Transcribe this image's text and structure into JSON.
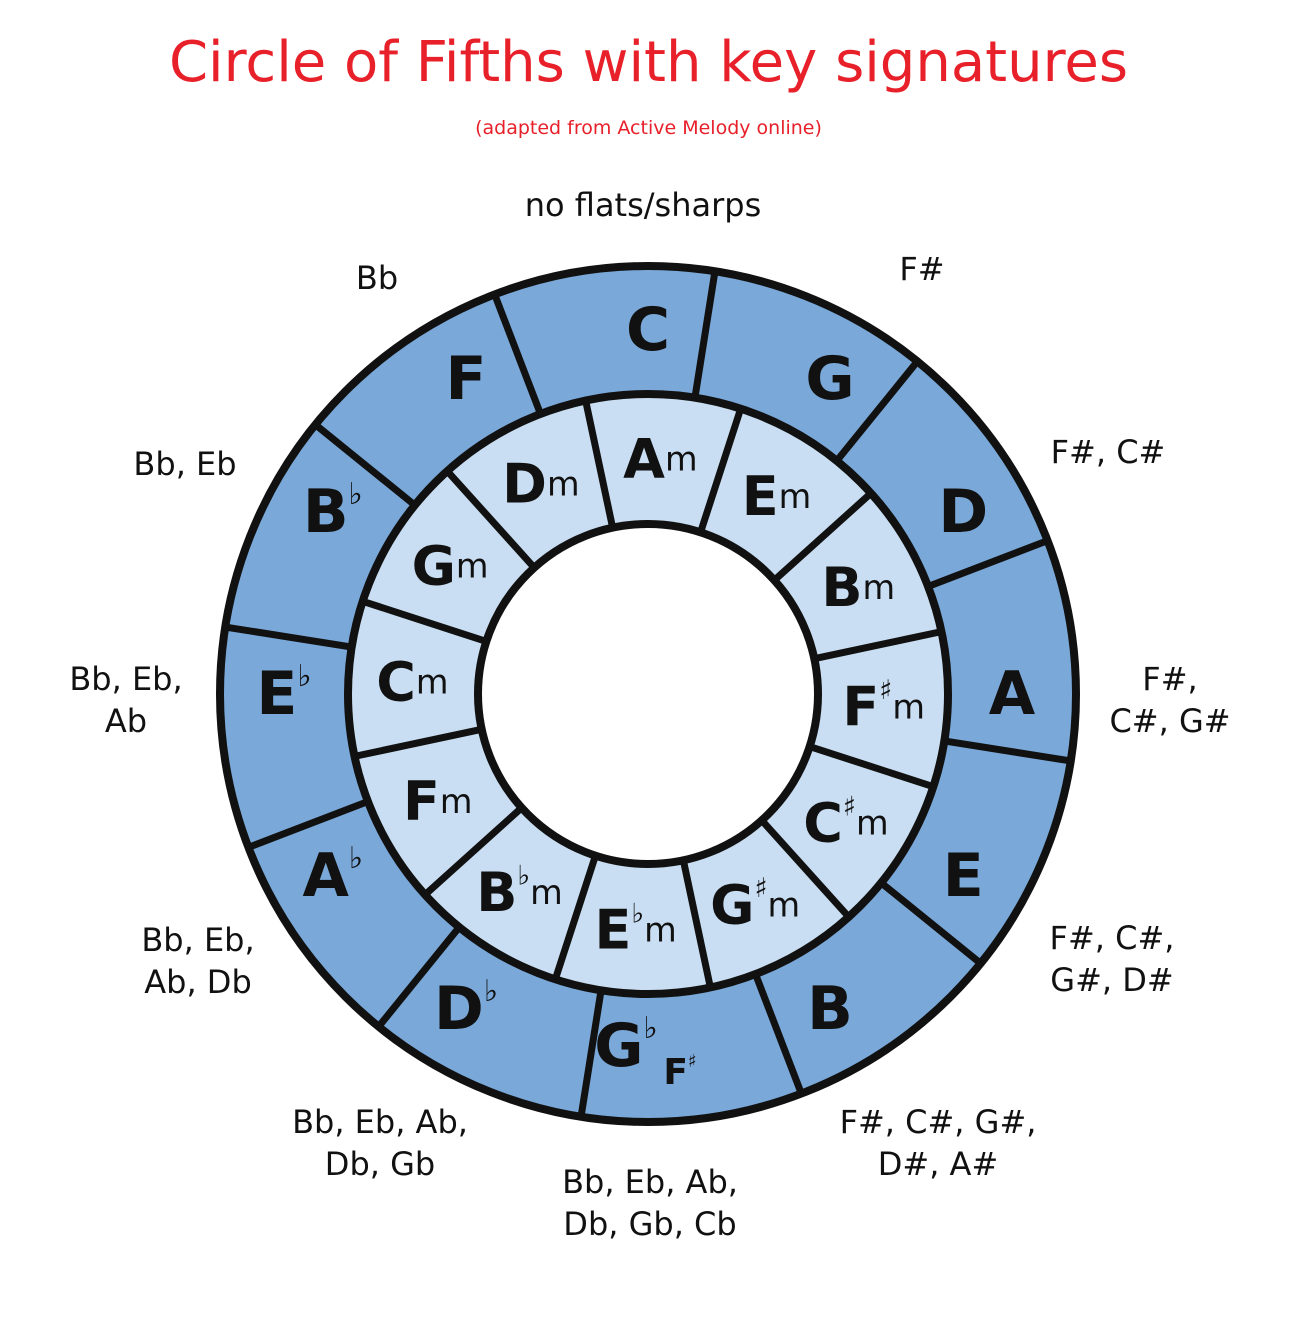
{
  "title": "Circle of Fifths with key signatures",
  "subtitle": "(adapted from Active Melody online)",
  "colors": {
    "title": "#e8202a",
    "outer_ring": "#7aa8d8",
    "inner_ring": "#c9def2",
    "outline": "#111111"
  },
  "keys": [
    {
      "major": "C",
      "major_acc": "",
      "alt": "",
      "alt_acc": "",
      "minor": "A",
      "minor_acc": "",
      "signature": [
        "no flats/sharps"
      ]
    },
    {
      "major": "G",
      "major_acc": "",
      "alt": "",
      "alt_acc": "",
      "minor": "E",
      "minor_acc": "",
      "signature": [
        "F#"
      ]
    },
    {
      "major": "D",
      "major_acc": "",
      "alt": "",
      "alt_acc": "",
      "minor": "B",
      "minor_acc": "",
      "signature": [
        "F#, C#"
      ]
    },
    {
      "major": "A",
      "major_acc": "",
      "alt": "",
      "alt_acc": "",
      "minor": "F",
      "minor_acc": "♯",
      "signature": [
        "F#,",
        "C#, G#"
      ]
    },
    {
      "major": "E",
      "major_acc": "",
      "alt": "",
      "alt_acc": "",
      "minor": "C",
      "minor_acc": "♯",
      "signature": [
        "F#, C#,",
        "G#, D#"
      ]
    },
    {
      "major": "B",
      "major_acc": "",
      "alt": "",
      "alt_acc": "",
      "minor": "G",
      "minor_acc": "♯",
      "signature": [
        "F#, C#, G#,",
        "D#, A#"
      ]
    },
    {
      "major": "G",
      "major_acc": "♭",
      "alt": "F",
      "alt_acc": "♯",
      "minor": "E",
      "minor_acc": "♭",
      "signature": [
        "Bb, Eb, Ab,",
        "Db, Gb, Cb"
      ]
    },
    {
      "major": "D",
      "major_acc": "♭",
      "alt": "",
      "alt_acc": "",
      "minor": "B",
      "minor_acc": "♭",
      "signature": [
        "Bb, Eb, Ab,",
        "Db, Gb"
      ]
    },
    {
      "major": "A",
      "major_acc": "♭",
      "alt": "",
      "alt_acc": "",
      "minor": "F",
      "minor_acc": "",
      "signature": [
        "Bb, Eb,",
        "Ab, Db"
      ]
    },
    {
      "major": "E",
      "major_acc": "♭",
      "alt": "",
      "alt_acc": "",
      "minor": "C",
      "minor_acc": "",
      "signature": [
        "Bb, Eb,",
        "Ab"
      ]
    },
    {
      "major": "B",
      "major_acc": "♭",
      "alt": "",
      "alt_acc": "",
      "minor": "G",
      "minor_acc": "",
      "signature": [
        "Bb, Eb"
      ]
    },
    {
      "major": "F",
      "major_acc": "",
      "alt": "",
      "alt_acc": "",
      "minor": "D",
      "minor_acc": "",
      "signature": [
        "Bb"
      ]
    }
  ],
  "minor_suffix": "m"
}
